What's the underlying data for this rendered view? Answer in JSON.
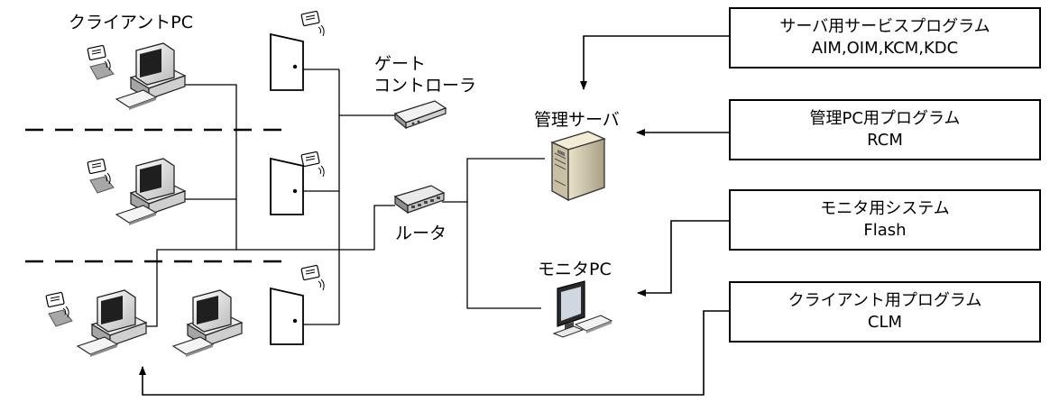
{
  "labels": {
    "client_pc": "クライアントPC",
    "gate_controller_line1": "ゲート",
    "gate_controller_line2": "コントローラ",
    "management_server": "管理サーバ",
    "router": "ルータ",
    "monitor_pc": "モニタPC"
  },
  "boxes": [
    {
      "title": "サーバ用サービスプログラム",
      "sub": "AIM,OIM,KCM,KDC"
    },
    {
      "title": "管理PC用プログラム",
      "sub": "RCM"
    },
    {
      "title": "モニタ用システム",
      "sub": "Flash"
    },
    {
      "title": "クライアント用プログラム",
      "sub": "CLM"
    }
  ],
  "icons": [
    "desktop-pc-icon",
    "door-icon",
    "id-card-reader-icon",
    "gate-controller-icon",
    "router-icon",
    "server-tower-icon",
    "monitor-pc-icon"
  ]
}
